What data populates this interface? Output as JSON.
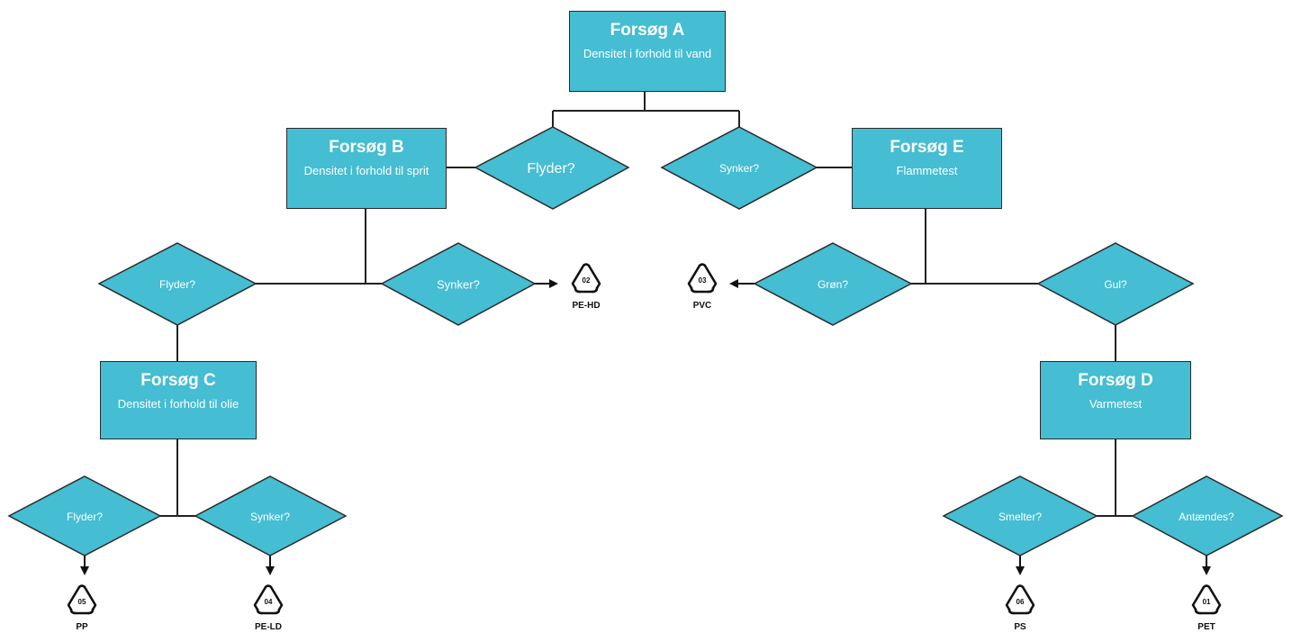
{
  "experiments": {
    "a": {
      "title": "Forsøg A",
      "subtitle": "Densitet i forhold til vand"
    },
    "b": {
      "title": "Forsøg B",
      "subtitle": "Densitet i forhold til sprit"
    },
    "c": {
      "title": "Forsøg C",
      "subtitle": "Densitet i forhold til olie"
    },
    "d": {
      "title": "Forsøg D",
      "subtitle": "Varmetest"
    },
    "e": {
      "title": "Forsøg E",
      "subtitle": "Flammetest"
    }
  },
  "decisions": {
    "a_float": "Flyder?",
    "a_sink": "Synker?",
    "b_float": "Flyder?",
    "b_sink": "Synker?",
    "c_float": "Flyder?",
    "c_sink": "Synker?",
    "e_green": "Grøn?",
    "e_yellow": "Gul?",
    "d_melt": "Smelter?",
    "d_ignite": "Antændes?"
  },
  "recycling": {
    "pehd": {
      "code": "02",
      "label": "PE-HD"
    },
    "pvc": {
      "code": "03",
      "label": "PVC"
    },
    "pp": {
      "code": "05",
      "label": "PP"
    },
    "peld": {
      "code": "04",
      "label": "PE-LD"
    },
    "ps": {
      "code": "06",
      "label": "PS"
    },
    "pet": {
      "code": "01",
      "label": "PET"
    }
  },
  "colors": {
    "fill": "#45bdd2",
    "stroke": "#2a2a2a",
    "text": "#ffffff",
    "line": "#222222"
  }
}
